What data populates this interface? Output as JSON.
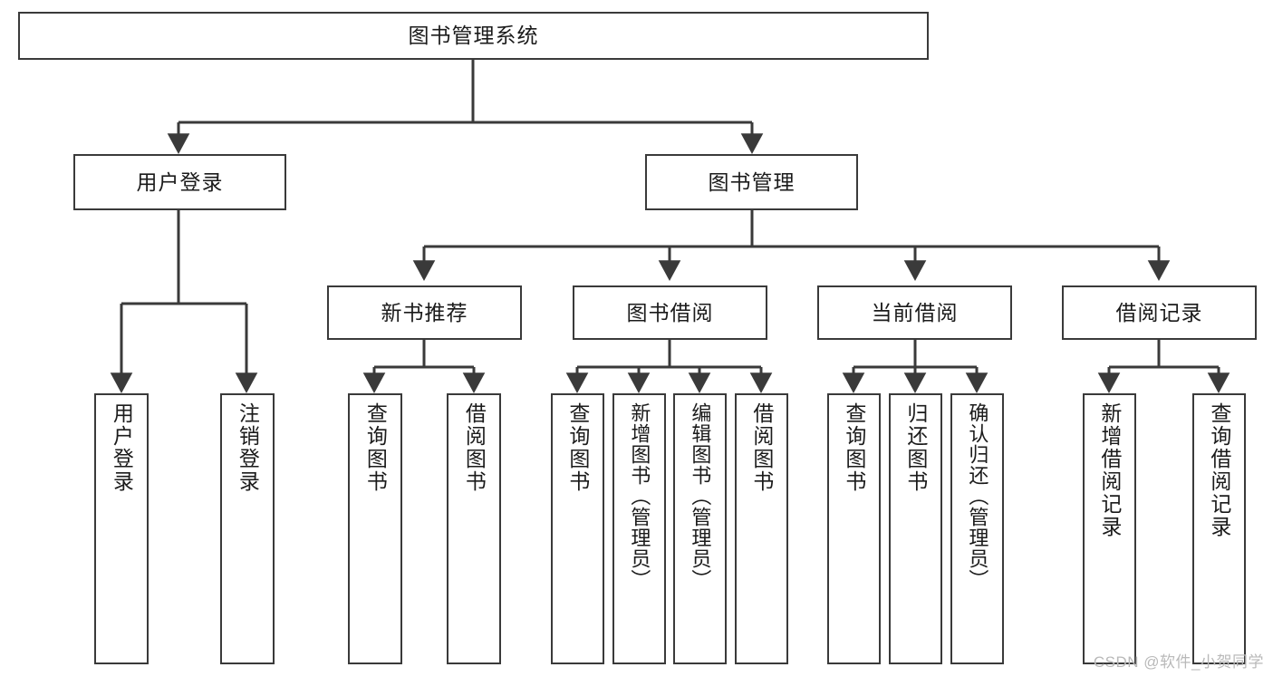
{
  "diagram": {
    "type": "tree-hierarchy-flowchart",
    "title": "图书管理系统",
    "root": {
      "id": "root",
      "label": "图书管理系统"
    },
    "level2": [
      {
        "id": "user-login",
        "label": "用户登录"
      },
      {
        "id": "book-management",
        "label": "图书管理"
      }
    ],
    "level3": [
      {
        "id": "new-book-recommend",
        "label": "新书推荐",
        "parent": "book-management"
      },
      {
        "id": "book-borrow",
        "label": "图书借阅",
        "parent": "book-management"
      },
      {
        "id": "current-borrow",
        "label": "当前借阅",
        "parent": "book-management"
      },
      {
        "id": "borrow-record",
        "label": "借阅记录",
        "parent": "book-management"
      }
    ],
    "leaves": {
      "user-login": [
        {
          "id": "leaf-user-login",
          "label": "用户登录"
        },
        {
          "id": "leaf-user-logout",
          "label": "注销登录"
        }
      ],
      "new-book-recommend": [
        {
          "id": "leaf-query-book-1",
          "label": "查询图书"
        },
        {
          "id": "leaf-borrow-book-1",
          "label": "借阅图书"
        }
      ],
      "book-borrow": [
        {
          "id": "leaf-query-book-2",
          "label": "查询图书"
        },
        {
          "id": "leaf-add-book",
          "label": "新增图书（管理员）"
        },
        {
          "id": "leaf-edit-book",
          "label": "编辑图书（管理员）"
        },
        {
          "id": "leaf-borrow-book-2",
          "label": "借阅图书"
        }
      ],
      "current-borrow": [
        {
          "id": "leaf-query-book-3",
          "label": "查询图书"
        },
        {
          "id": "leaf-return-book",
          "label": "归还图书"
        },
        {
          "id": "leaf-confirm-return",
          "label": "确认归还（管理员）"
        }
      ],
      "borrow-record": [
        {
          "id": "leaf-add-record",
          "label": "新增借阅记录"
        },
        {
          "id": "leaf-query-record",
          "label": "查询借阅记录"
        }
      ]
    },
    "colors": {
      "stroke": "#3a3a3a",
      "fill": "#ffffff",
      "text": "#1b1b1b",
      "watermark": "#b9b9b9"
    }
  },
  "watermark": {
    "text": "CSDN @软件_小贺同学"
  }
}
